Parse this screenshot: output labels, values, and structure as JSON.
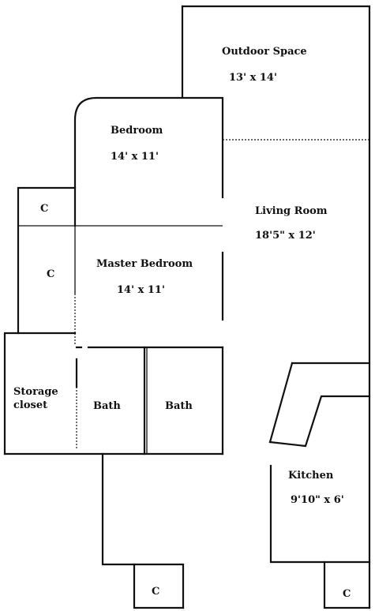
{
  "rooms": {
    "outdoor": {
      "name": "Outdoor Space",
      "dims": "13' x 14'"
    },
    "bedroom": {
      "name": "Bedroom",
      "dims": "14' x 11'"
    },
    "living": {
      "name": "Living Room",
      "dims": "18'5\" x 12'"
    },
    "master": {
      "name": "Master Bedroom",
      "dims": "14' x 11'"
    },
    "storage": {
      "line1": "Storage",
      "line2": "closet"
    },
    "bath1": {
      "name": "Bath"
    },
    "bath2": {
      "name": "Bath"
    },
    "kitchen": {
      "name": "Kitchen",
      "dims": "9'10\" x 6'"
    },
    "closets": [
      "C",
      "C",
      "C",
      "C"
    ]
  }
}
